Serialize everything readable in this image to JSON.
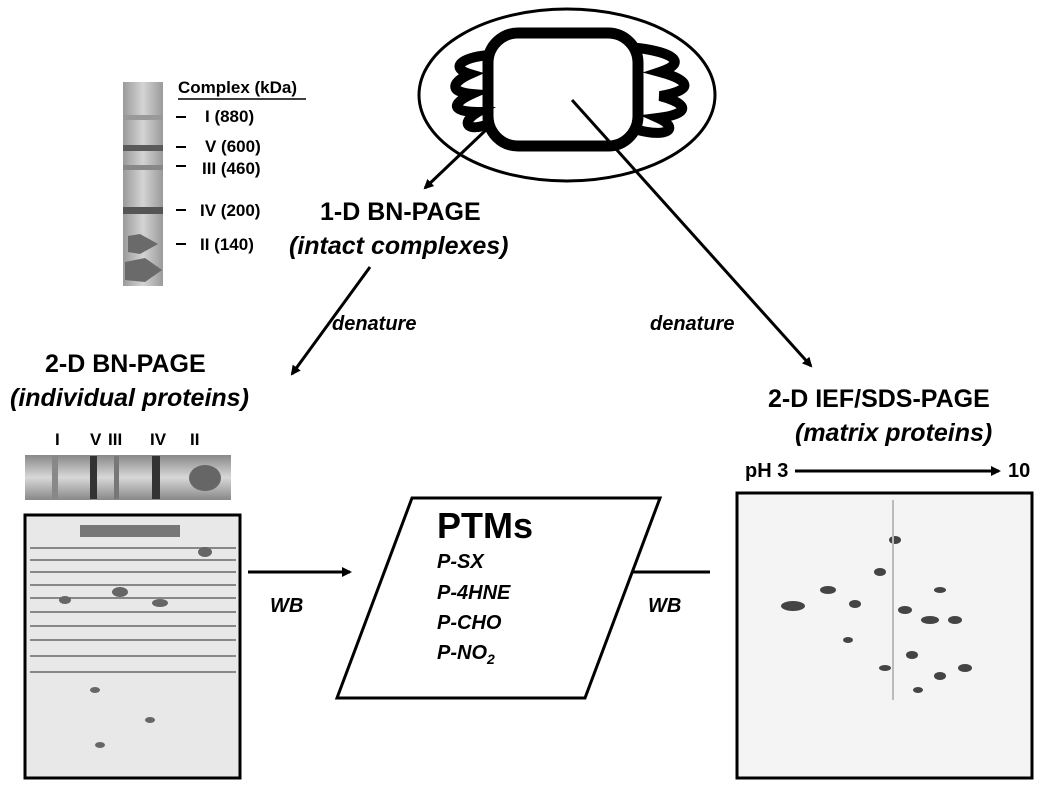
{
  "bn1d": {
    "header": "Complex (kDa)",
    "bands": [
      "I (880)",
      "V (600)",
      "III (460)",
      "IV (200)",
      "II (140)"
    ],
    "title": "1-D BN-PAGE",
    "subtitle": "(intact complexes)"
  },
  "bn2d": {
    "title": "2-D BN-PAGE",
    "subtitle": "(individual proteins)",
    "lanes": [
      "I",
      "V",
      "III",
      "IV",
      "II"
    ]
  },
  "ief": {
    "title": "2-D IEF/SDS-PAGE",
    "subtitle": "(matrix proteins)",
    "ph_start": "pH 3",
    "ph_end": "10"
  },
  "edges": {
    "denature_left": "denature",
    "denature_right": "denature",
    "wb_left": "WB",
    "wb_right": "WB"
  },
  "ptm": {
    "title": "PTMs",
    "items": [
      "P-SX",
      "P-4HNE",
      "P-CHO"
    ],
    "last_prefix": "P-NO",
    "last_sub": "2"
  },
  "colors": {
    "ink": "#000000",
    "gel_light": "#d8d8d8",
    "gel_band": "#555555"
  }
}
